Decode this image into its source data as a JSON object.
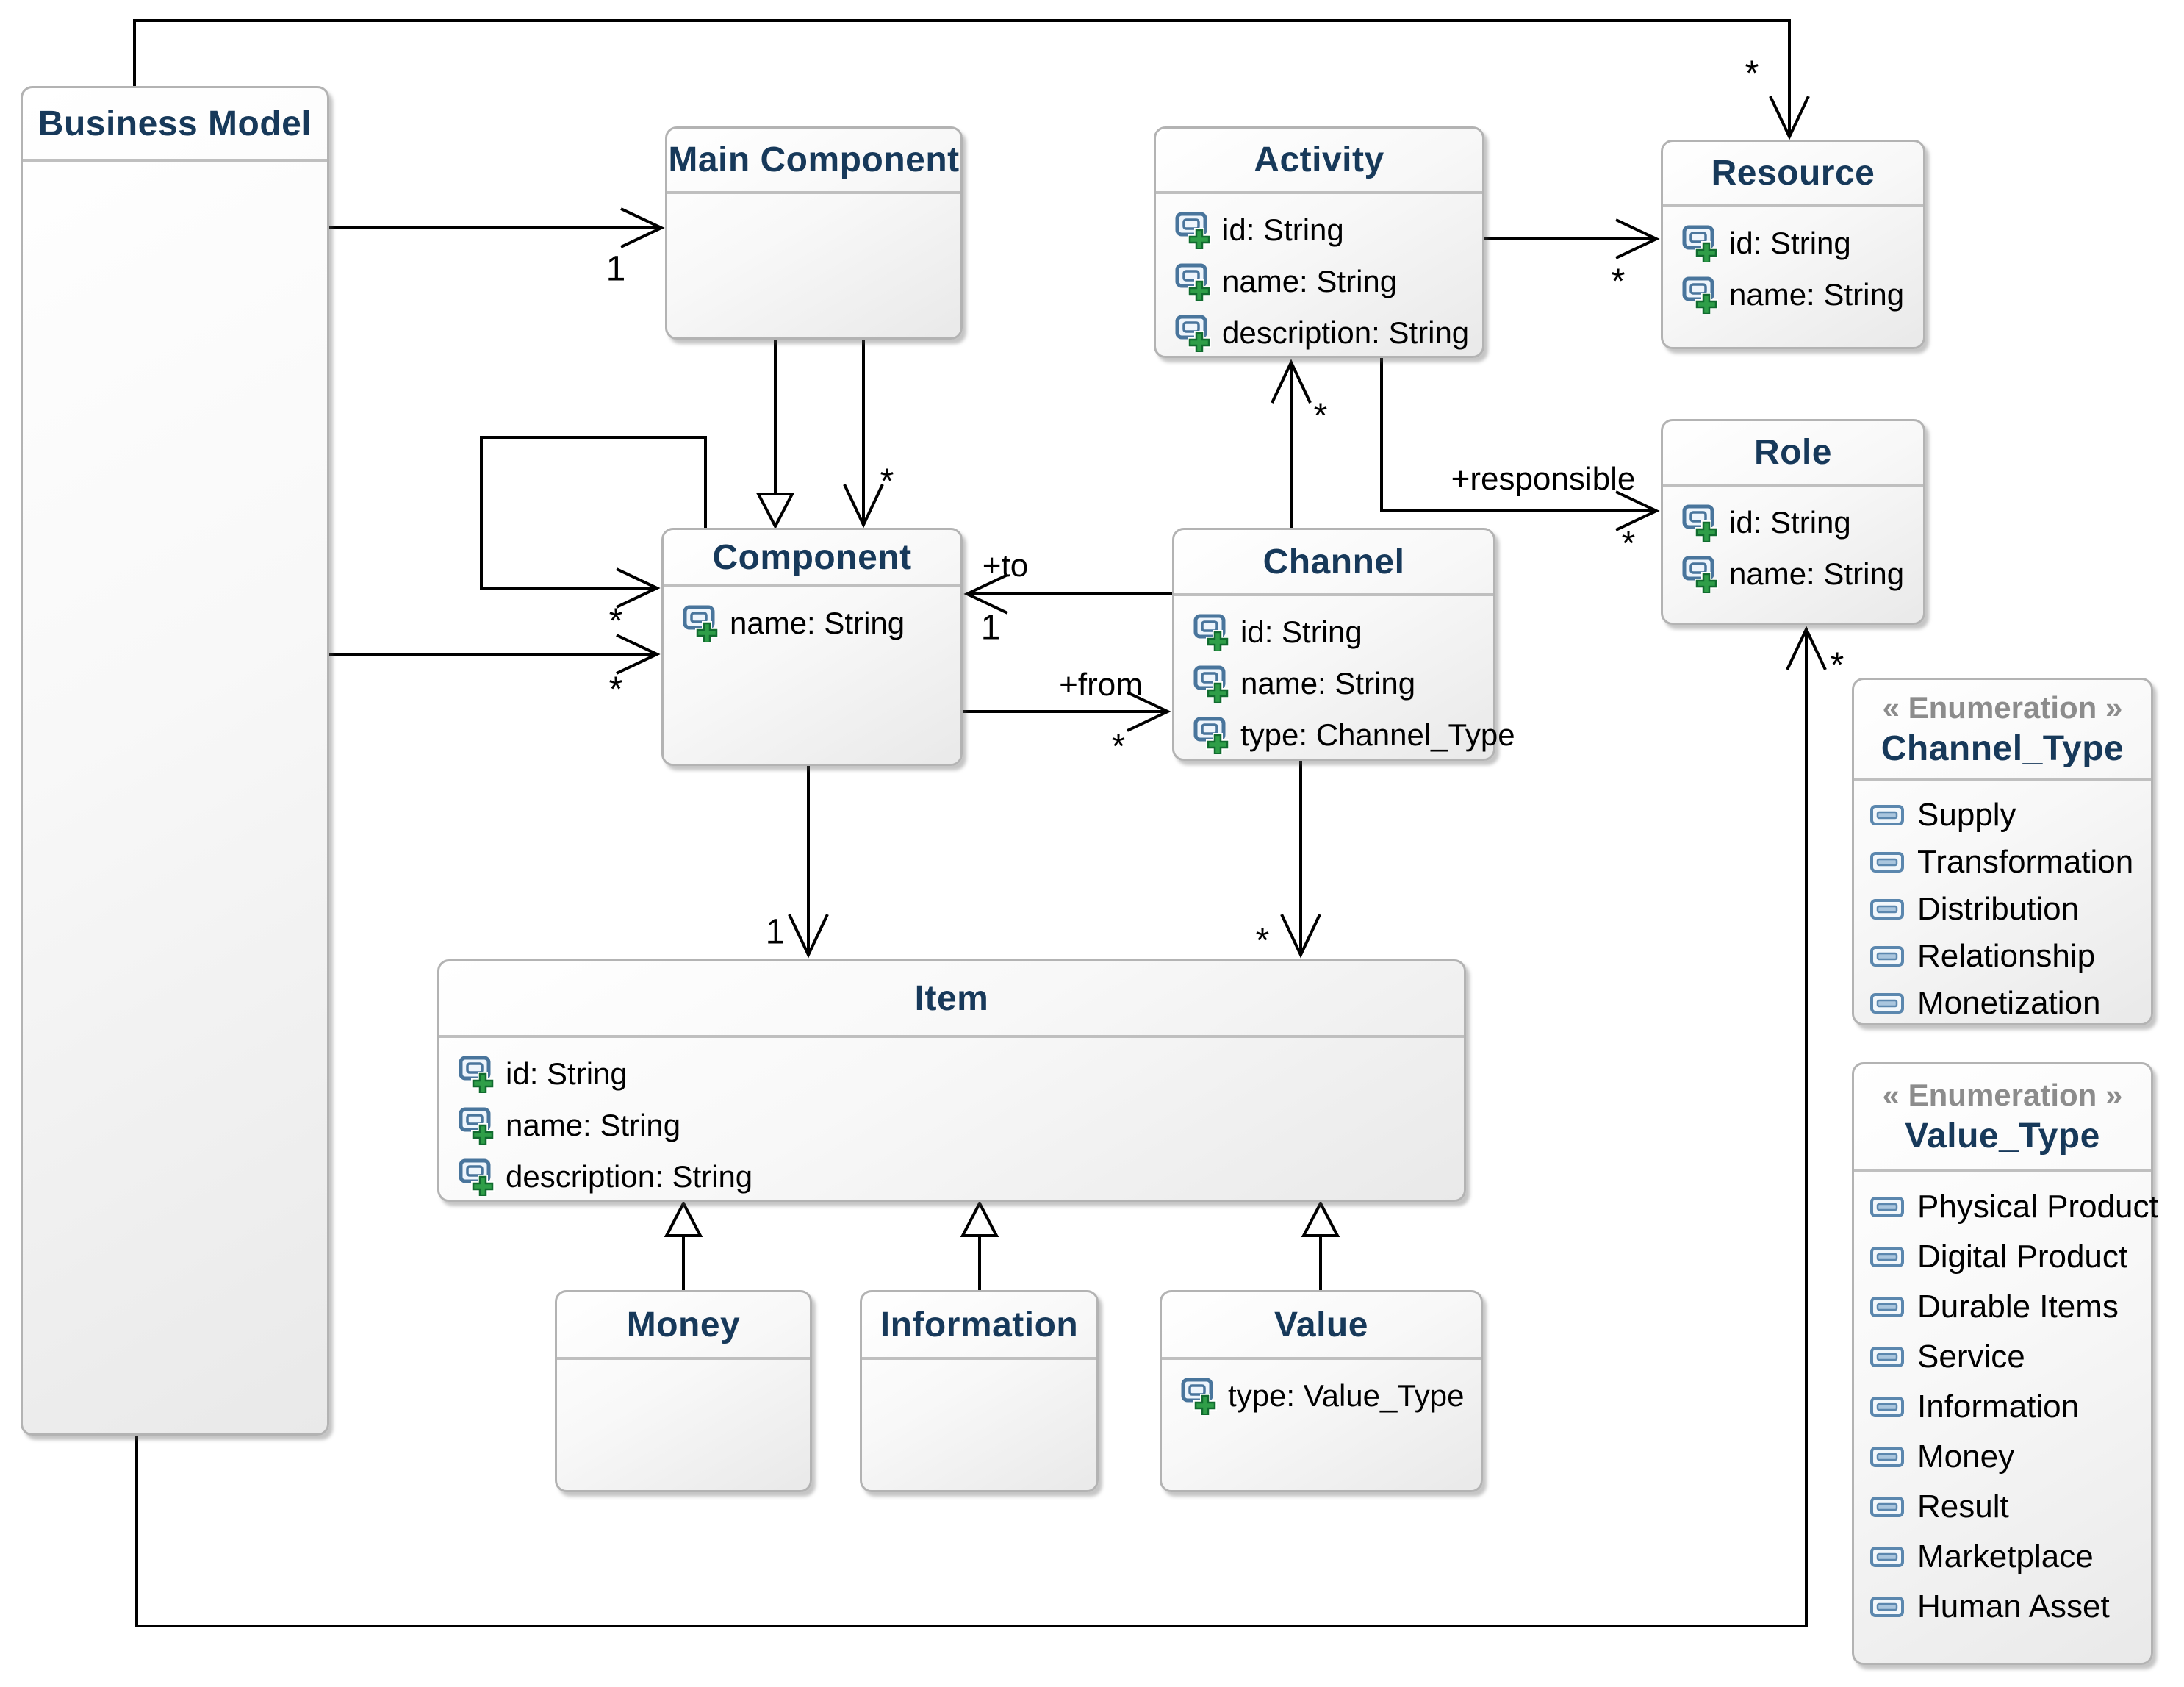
{
  "diagram": {
    "type": "uml-class-diagram",
    "colors": {
      "class_title": "#17395a",
      "stereotype_gray": "#8c8c8c",
      "box_border": "#b3b3b3",
      "edge_line": "#000000",
      "icon_blue": "#49759c",
      "icon_green": "#2f9e48"
    }
  },
  "classes": {
    "business_model": {
      "title": "Business Model"
    },
    "main_component": {
      "title": "Main Component"
    },
    "activity": {
      "title": "Activity",
      "attrs": [
        "id: String",
        "name: String",
        "description: String"
      ]
    },
    "resource": {
      "title": "Resource",
      "attrs": [
        "id: String",
        "name: String"
      ]
    },
    "role": {
      "title": "Role",
      "attrs": [
        "id: String",
        "name: String"
      ]
    },
    "component": {
      "title": "Component",
      "attrs": [
        "name: String"
      ]
    },
    "channel": {
      "title": "Channel",
      "attrs": [
        "id: String",
        "name: String",
        "type: Channel_Type"
      ]
    },
    "item": {
      "title": "Item",
      "attrs": [
        "id: String",
        "name: String",
        "description: String"
      ]
    },
    "money": {
      "title": "Money"
    },
    "information": {
      "title": "Information"
    },
    "value": {
      "title": "Value",
      "attrs": [
        "type: Value_Type"
      ]
    }
  },
  "enums": {
    "channel_type": {
      "stereotype": "« Enumeration »",
      "title": "Channel_Type",
      "literals": [
        "Supply",
        "Transformation",
        "Distribution",
        "Relationship",
        "Monetization"
      ]
    },
    "value_type": {
      "stereotype": "« Enumeration »",
      "title": "Value_Type",
      "literals": [
        "Physical Product",
        "Digital Product",
        "Durable Items",
        "Service",
        "Information",
        "Money",
        "Result",
        "Marketplace",
        "Human Asset"
      ]
    }
  },
  "edge_labels": {
    "bm_maincomponent_mult": "1",
    "bm_resource_mult": "*",
    "maincomponent_component_mult": "*",
    "component_loop_mult": "*",
    "bm_component_mult": "*",
    "to_label": "+to",
    "to_mult": "1",
    "from_label": "+from",
    "from_mult": "*",
    "channel_activity_mult": "*",
    "responsible_label": "+responsible",
    "responsible_mult": "*",
    "activity_resource_mult": "*",
    "component_item_mult": "1",
    "channel_item_mult": "*",
    "bm_role_mult": "*"
  }
}
